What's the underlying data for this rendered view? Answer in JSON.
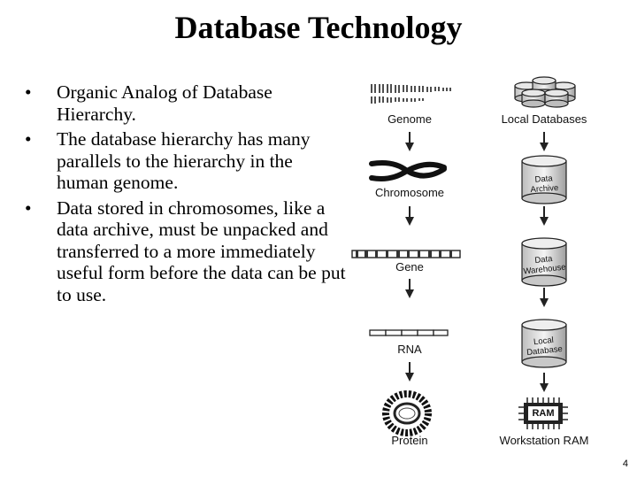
{
  "slide": {
    "title": "Database Technology",
    "bullets": [
      "Organic Analog of Database Hierarchy.",
      "The database hierarchy has many parallels to the hierarchy in the human genome.",
      "Data stored in chromosomes, like a data archive, must be unpacked and transferred to a more immediately useful form before the data can be put to use."
    ],
    "bullet_symbol": "•",
    "page_number": "4"
  },
  "diagram": {
    "left_column": [
      "Genome",
      "Chromosome",
      "Gene",
      "RNA",
      "Protein"
    ],
    "right_column": [
      "Local Databases",
      "Workstation RAM"
    ],
    "cylinder_labels": {
      "archive": [
        "Data",
        "Archive"
      ],
      "warehouse": [
        "Data",
        "Warehouse"
      ],
      "local": [
        "Local",
        "Database"
      ]
    },
    "chip_label": "RAM"
  }
}
